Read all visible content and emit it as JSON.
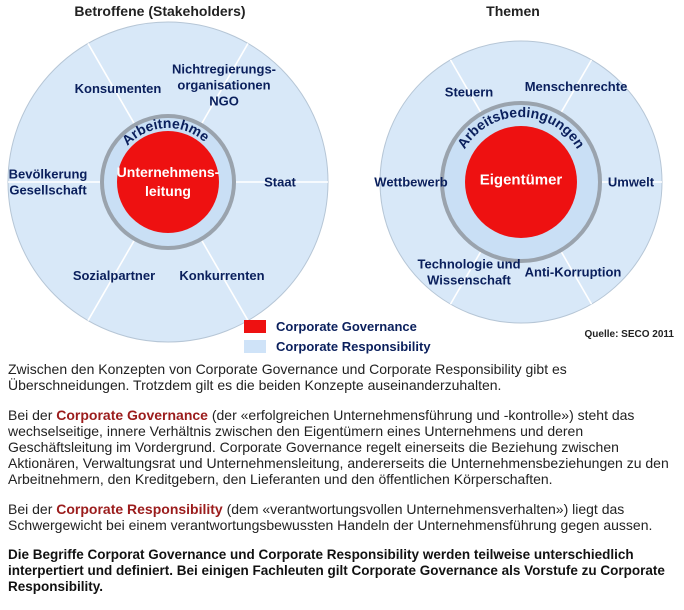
{
  "diagram": {
    "left": {
      "title": "Betroffene (Stakeholders)",
      "core": [
        "Unternehmens-",
        "leitung"
      ],
      "ring_label": "Arbeitnehmer",
      "segments": [
        [
          "Konsumenten"
        ],
        [
          "Nichtregierungs-",
          "organisationen",
          "NGO"
        ],
        [
          "Staat"
        ],
        [
          "Konkurrenten"
        ],
        [
          "Sozialpartner"
        ],
        [
          "Bevölkerung",
          "Gesellschaft"
        ]
      ]
    },
    "right": {
      "title": "Themen",
      "core": [
        "Eigentümer"
      ],
      "ring_label": "Arbeitsbedingungen",
      "segments": [
        [
          "Steuern"
        ],
        [
          "Menschenrechte"
        ],
        [
          "Umwelt"
        ],
        [
          "Anti-Korruption"
        ],
        [
          "Technologie und",
          "Wissenschaft"
        ],
        [
          "Wettbewerb"
        ]
      ]
    },
    "legend": [
      {
        "label": "Corporate Governance",
        "color": "#ee1111"
      },
      {
        "label": "Corporate Responsibility",
        "color": "#cfe3f8"
      }
    ],
    "source": "Quelle: SECO 2011",
    "colors": {
      "outer": "#d8e8f8",
      "ring": "#c9dff5",
      "core": "#ee1111",
      "border": "#9aa3ad"
    }
  },
  "text": {
    "p1": "Zwischen den Konzepten von Corporate Governance und Corporate Responsibility gibt es Überschneidungen. Trotzdem gilt es die beiden Konzepte auseinanderzuhalten.",
    "p2_pre": "Bei der ",
    "p2_term": "Corporate Governance",
    "p2_post": " (der «erfolgreichen Unternehmensführung und -kontrolle») steht das wechselseitige, innere Verhältnis zwischen den Eigentümern eines Unternehmens  und deren Geschäftsleitung im Vordergrund. Corporate Governance regelt einerseits die Beziehung zwischen Aktionären, Verwaltungsrat und Unternehmensleitung, andererseits die Unternehmensbeziehungen zu den Arbeitnehmern, den Kreditgebern, den Lieferanten und den öffentlichen Körperschaften.",
    "p3_pre": "Bei der ",
    "p3_term": "Corporate Responsibility",
    "p3_post": " (dem «verantwortungsvollen Unternehmensverhalten») liegt das Schwergewicht  bei einem verantwortungsbewussten Handeln der Unternehmensführung gegen aussen.",
    "p4": "Die Begriffe Corporat Governance und Corporate Responsibility werden teilweise unterschiedlich interpertiert und definiert. Bei einigen Fachleuten gilt Corporate Governance als Vorstufe zu Corporate Responsibility."
  }
}
